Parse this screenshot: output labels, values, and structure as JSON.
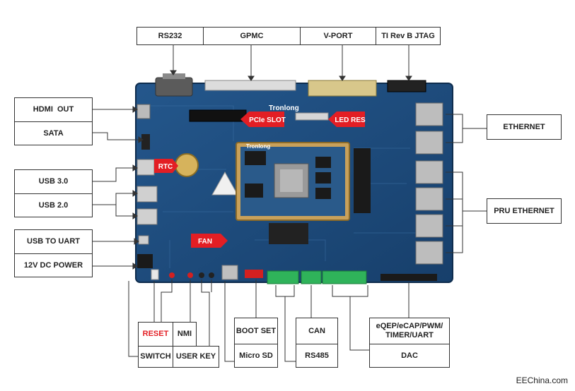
{
  "top_labels": [
    "RS232",
    "GPMC",
    "V-PORT",
    "TI Rev B JTAG"
  ],
  "left_labels": [
    "HDMI  OUT",
    "SATA",
    "USB 3.0",
    "USB 2.0",
    "USB TO UART",
    "12V DC POWER"
  ],
  "right_labels": [
    "ETHERNET",
    "PRU ETHERNET"
  ],
  "bottom_labels": {
    "reset": "RESET",
    "nmi": "NMI",
    "switch": "SWITCH",
    "user_key": "USER KEY",
    "boot_set": "BOOT SET",
    "micro_sd": "Micro SD",
    "can": "CAN",
    "rs485": "RS485",
    "eqep": "eQEP/eCAP/PWM/\nTIMER/UART",
    "dac": "DAC"
  },
  "board_tags": {
    "pcie": "PCIe SLOT",
    "led": "LED RES",
    "rtc": "RTC",
    "fan": "FAN"
  },
  "brand": "Tronlong",
  "watermark": "EEChina.com",
  "colors": {
    "board": "#1d4a7a",
    "tag_red": "#e31e24",
    "reset_text": "#e31e24"
  }
}
